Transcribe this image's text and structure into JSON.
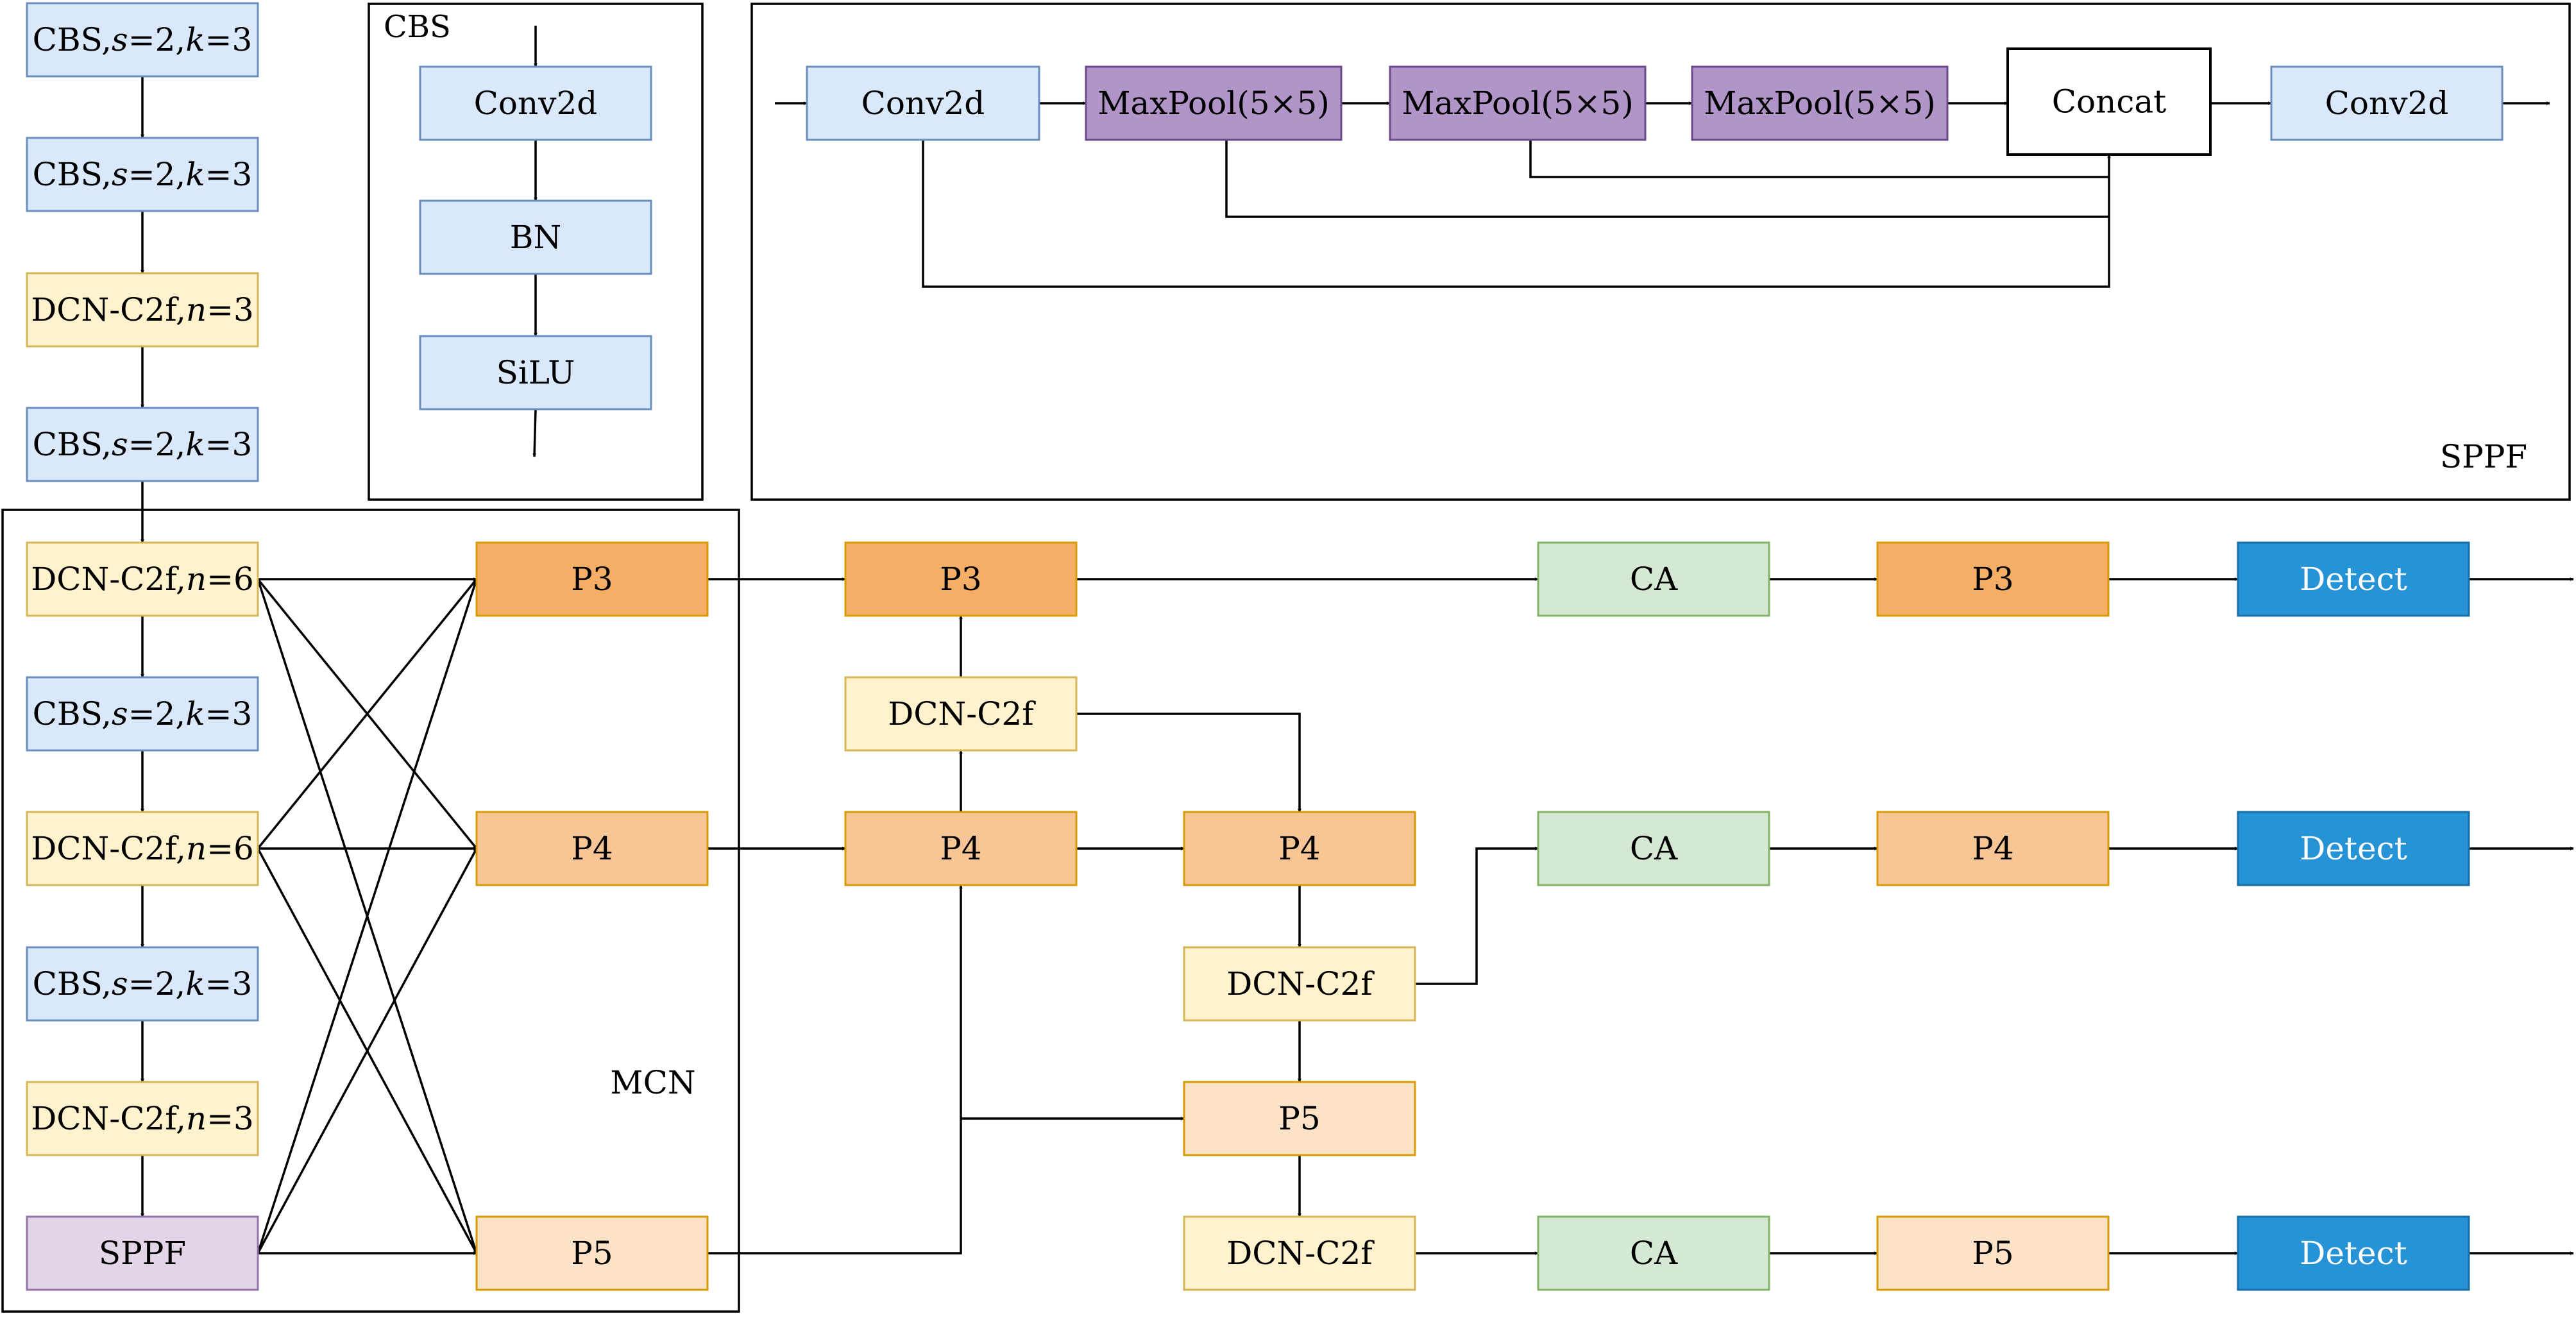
{
  "colors": {
    "blue_fill": "#dae8fc",
    "blue_stroke": "#6c8ebf",
    "yellow_fill": "#fff2cc",
    "yellow_stroke": "#d6b656",
    "purple_fill": "#e1d5e7",
    "purple_stroke": "#9673a6",
    "maxpool_fill": "#b195c8",
    "maxpool_stroke": "#6a4a8a",
    "orange_fill": "#f5ae66",
    "orange_stroke": "#d79b00",
    "orange_mid_fill": "#f8c695",
    "orange_light_fill": "#fce2c6",
    "green_fill": "#d5e8d4",
    "green_stroke": "#82b366",
    "detect_fill": "#2693d6",
    "detect_stroke": "#1b6fa8",
    "white_fill": "#ffffff",
    "black": "#000000",
    "detect_text": "#ffffff"
  },
  "frames": {
    "cbs": "CBS",
    "sppf": "SPPF",
    "mcn": "MCN"
  },
  "backbone": [
    {
      "prefix": "CBS,",
      "parts": [
        [
          "s",
          "=2,"
        ],
        [
          "k",
          "=3"
        ]
      ]
    },
    {
      "prefix": "CBS,",
      "parts": [
        [
          "s",
          "=2,"
        ],
        [
          "k",
          "=3"
        ]
      ]
    },
    {
      "prefix": "DCN-C2f,",
      "parts": [
        [
          "n",
          "=3"
        ]
      ]
    },
    {
      "prefix": "CBS,",
      "parts": [
        [
          "s",
          "=2,"
        ],
        [
          "k",
          "=3"
        ]
      ]
    },
    {
      "prefix": "DCN-C2f,",
      "parts": [
        [
          "n",
          "=6"
        ]
      ]
    },
    {
      "prefix": "CBS,",
      "parts": [
        [
          "s",
          "=2,"
        ],
        [
          "k",
          "=3"
        ]
      ]
    },
    {
      "prefix": "DCN-C2f,",
      "parts": [
        [
          "n",
          "=6"
        ]
      ]
    },
    {
      "prefix": "CBS,",
      "parts": [
        [
          "s",
          "=2,"
        ],
        [
          "k",
          "=3"
        ]
      ]
    },
    {
      "prefix": "DCN-C2f,",
      "parts": [
        [
          "n",
          "=3"
        ]
      ]
    },
    {
      "prefix": "SPPF",
      "parts": []
    }
  ],
  "cbs_detail": [
    "Conv2d",
    "BN",
    "SiLU"
  ],
  "sppf_detail": [
    "Conv2d",
    "MaxPool(5×5)",
    "MaxPool(5×5)",
    "MaxPool(5×5)",
    "Concat",
    "Conv2d"
  ],
  "mcn_nodes": [
    "P3",
    "P4",
    "P5"
  ],
  "neck": {
    "p3": "P3",
    "dcn_top": "DCN-C2f",
    "p4": "P4",
    "p4b": "P4",
    "dcn_mid": "DCN-C2f",
    "p5": "P5",
    "dcn_bottom": "DCN-C2f"
  },
  "heads": [
    {
      "ca": "CA",
      "p": "P3",
      "detect": "Detect"
    },
    {
      "ca": "CA",
      "p": "P4",
      "detect": "Detect"
    },
    {
      "ca": "CA",
      "p": "P5",
      "detect": "Detect"
    }
  ]
}
